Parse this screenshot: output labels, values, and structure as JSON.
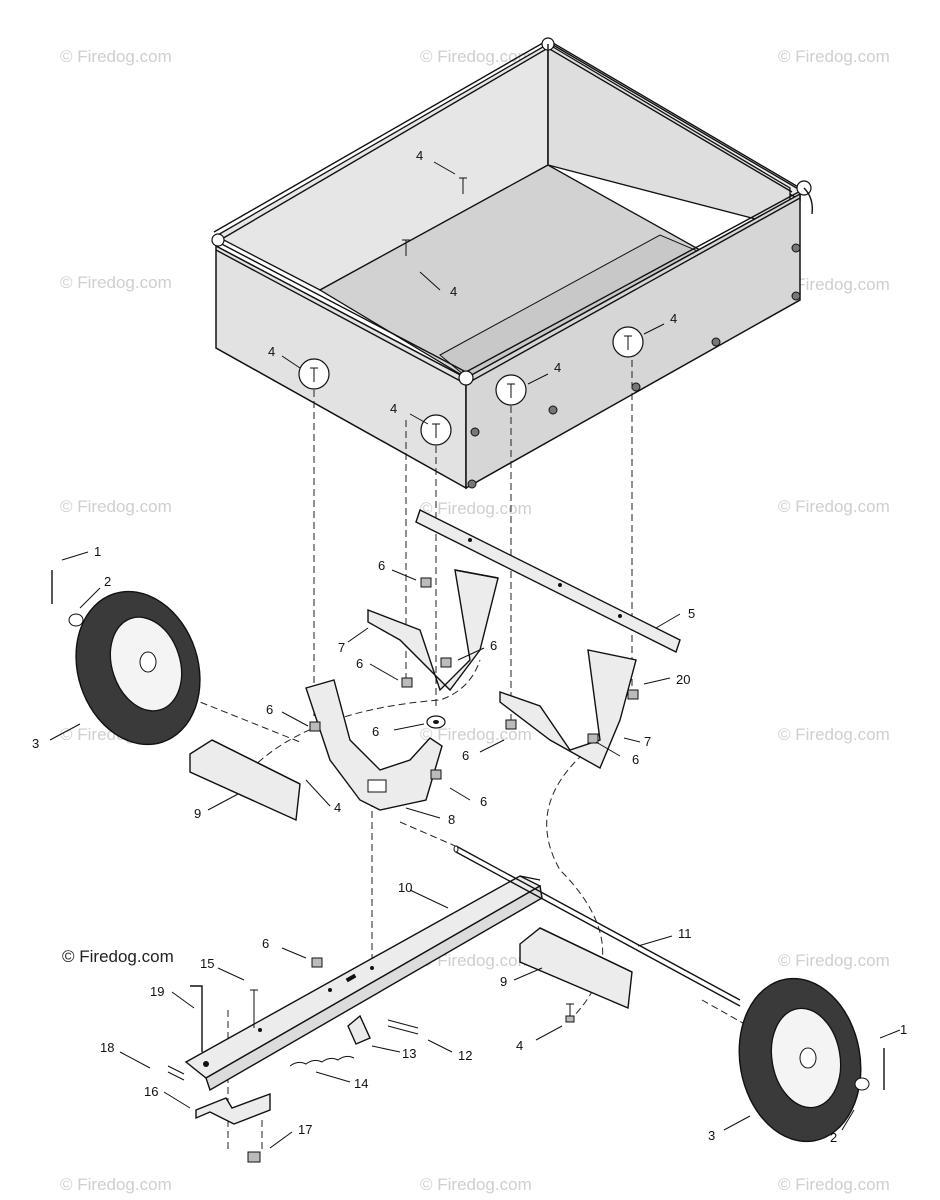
{
  "watermark_text": "© Firedog.com",
  "brand_text": "© Firedog.com",
  "callouts": [
    {
      "id": "c4a",
      "text": "4"
    },
    {
      "id": "c4b",
      "text": "4"
    },
    {
      "id": "c4c",
      "text": "4"
    },
    {
      "id": "c4d",
      "text": "4"
    },
    {
      "id": "c4e",
      "text": "4"
    },
    {
      "id": "c4f",
      "text": "4"
    },
    {
      "id": "c4g",
      "text": "4"
    },
    {
      "id": "c4h",
      "text": "4"
    },
    {
      "id": "c4i",
      "text": "4"
    },
    {
      "id": "c1a",
      "text": "1"
    },
    {
      "id": "c2a",
      "text": "2"
    },
    {
      "id": "c3a",
      "text": "3"
    },
    {
      "id": "c6a",
      "text": "6"
    },
    {
      "id": "c5",
      "text": "5"
    },
    {
      "id": "c7a",
      "text": "7"
    },
    {
      "id": "c6b",
      "text": "6"
    },
    {
      "id": "c6c",
      "text": "6"
    },
    {
      "id": "c6d",
      "text": "6"
    },
    {
      "id": "c6e",
      "text": "6"
    },
    {
      "id": "c20",
      "text": "20"
    },
    {
      "id": "c7b",
      "text": "7"
    },
    {
      "id": "c6f",
      "text": "6"
    },
    {
      "id": "c6g",
      "text": "6"
    },
    {
      "id": "c6h",
      "text": "6"
    },
    {
      "id": "c9a",
      "text": "9"
    },
    {
      "id": "c8",
      "text": "8"
    },
    {
      "id": "c10",
      "text": "10"
    },
    {
      "id": "c11",
      "text": "11"
    },
    {
      "id": "c6i",
      "text": "6"
    },
    {
      "id": "c15",
      "text": "15"
    },
    {
      "id": "c19",
      "text": "19"
    },
    {
      "id": "c9b",
      "text": "9"
    },
    {
      "id": "c18",
      "text": "18"
    },
    {
      "id": "c13",
      "text": "13"
    },
    {
      "id": "c12",
      "text": "12"
    },
    {
      "id": "c16",
      "text": "16"
    },
    {
      "id": "c14",
      "text": "14"
    },
    {
      "id": "c1b",
      "text": "1"
    },
    {
      "id": "c17",
      "text": "17"
    },
    {
      "id": "c3b",
      "text": "3"
    },
    {
      "id": "c2b",
      "text": "2"
    }
  ]
}
